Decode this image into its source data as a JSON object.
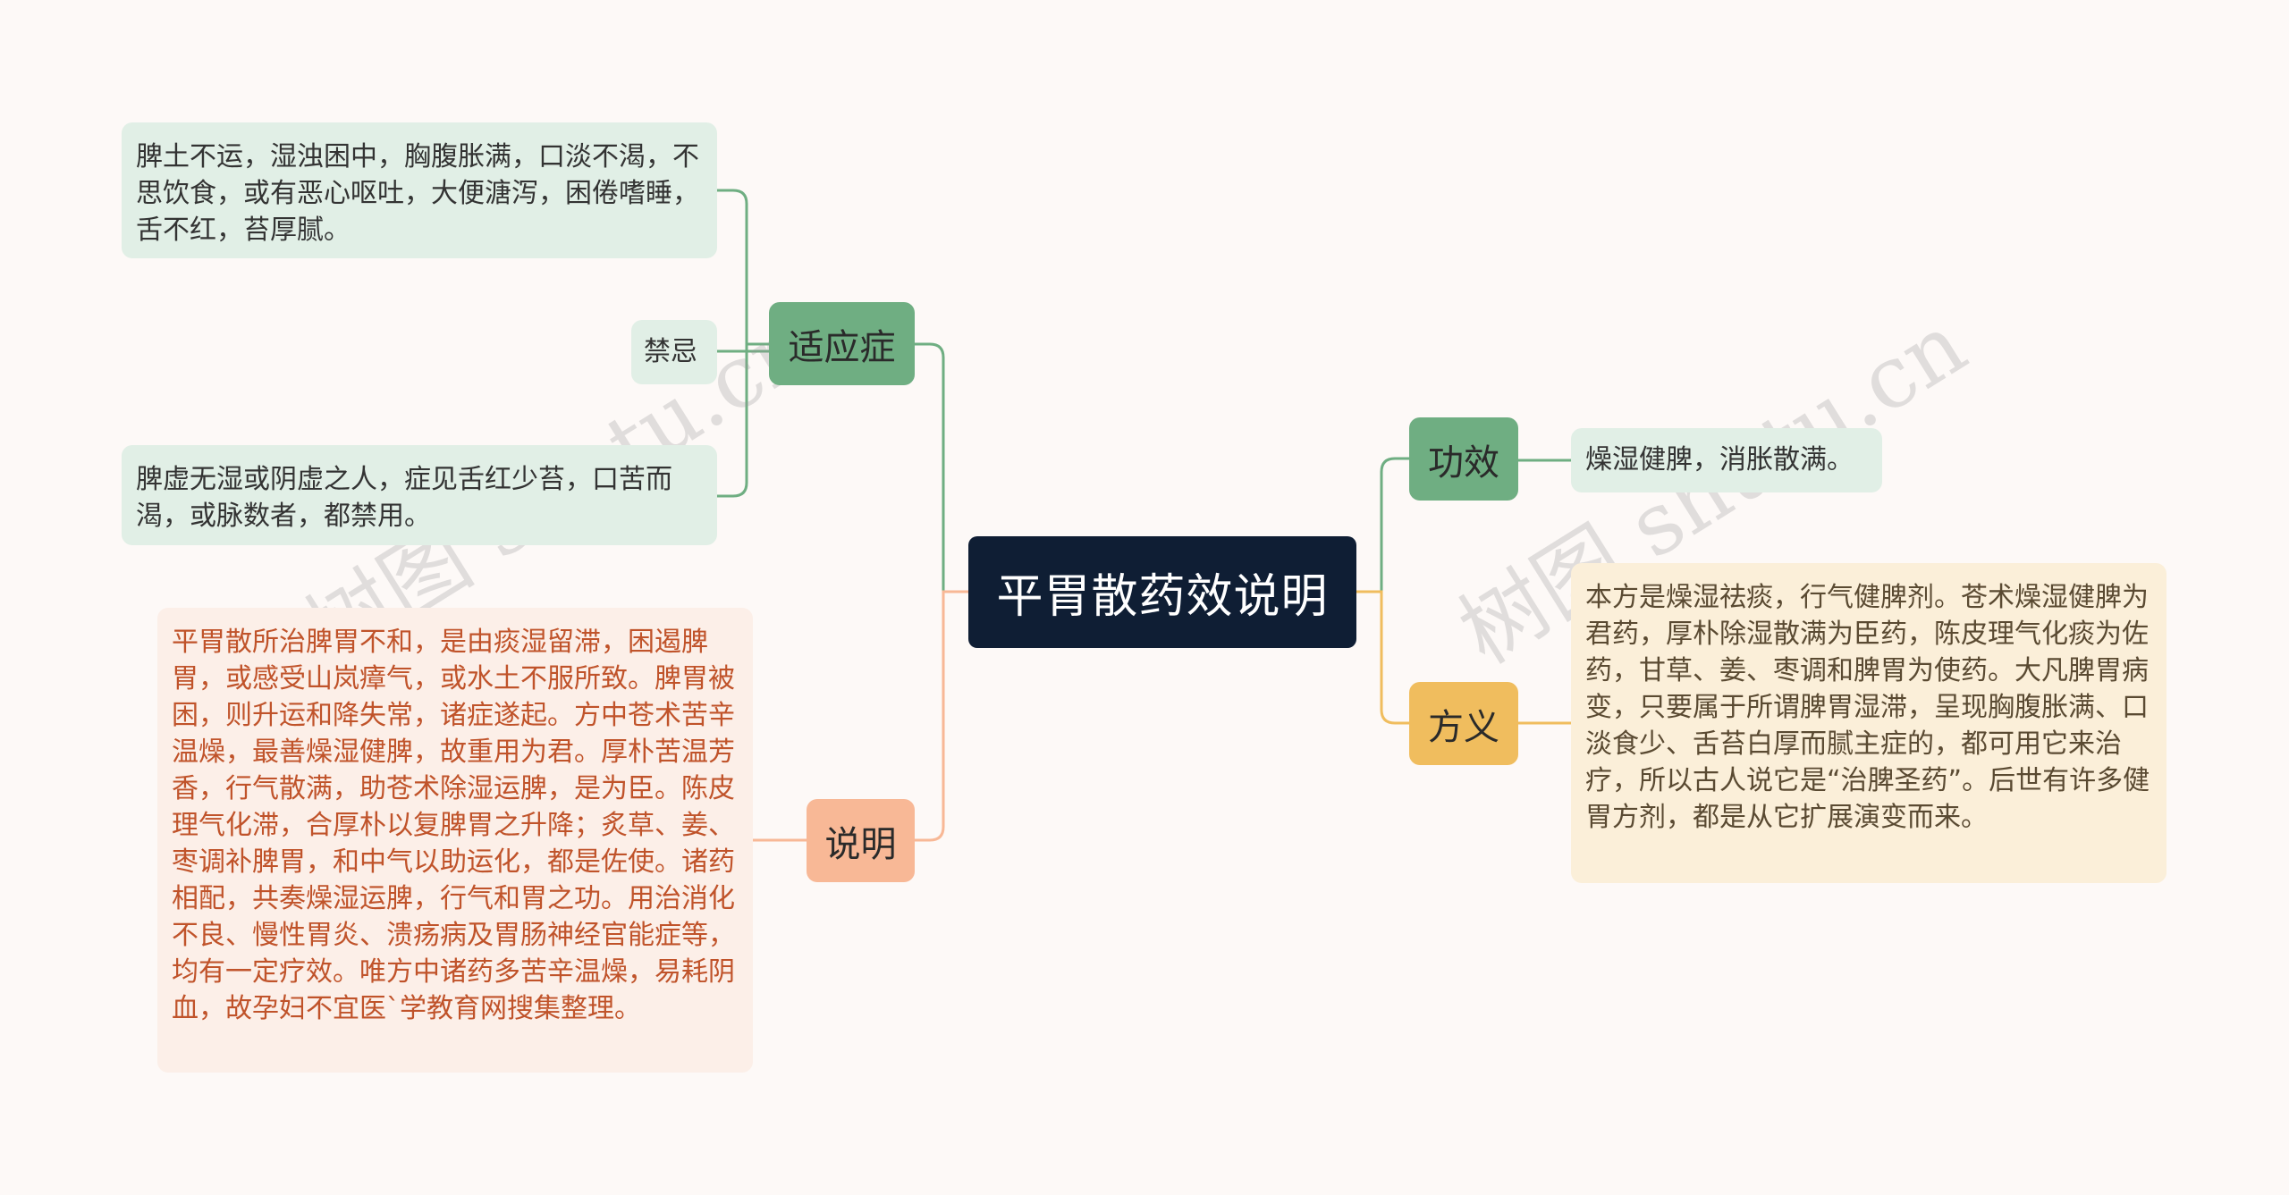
{
  "root": {
    "title": "平胃散药效说明"
  },
  "branches": {
    "shiying": {
      "label": "适应症"
    },
    "shuoming": {
      "label": "说明"
    },
    "gongxiao": {
      "label": "功效"
    },
    "fangyi": {
      "label": "方义"
    }
  },
  "leaves": {
    "shiying_1": "脾土不运，湿浊困中，胸腹胀满，口淡不渴，不思饮食，或有恶心呕吐，大便溏泻，困倦嗜睡，舌不红，苔厚腻。",
    "jinji": "禁忌",
    "shiying_2": "脾虚无湿或阴虚之人，症见舌红少苔，口苦而渴，或脉数者，都禁用。",
    "shuoming": "平胃散所治脾胃不和，是由痰湿留滞，困遏脾胃，或感受山岚瘴气，或水土不服所致。脾胃被困，则升运和降失常，诸症遂起。方中苍术苦辛温燥，最善燥湿健脾，故重用为君。厚朴苦温芳香，行气散满，助苍术除湿运脾，是为臣。陈皮理气化滞，合厚朴以复脾胃之升降；炙草、姜、枣调补脾胃，和中气以助运化，都是佐使。诸药相配，共奏燥湿运脾，行气和胃之功。用治消化不良、慢性胃炎、溃疡病及胃肠神经官能症等，均有一定疗效。唯方中诸药多苦辛温燥，易耗阴血，故孕妇不宜医`学教育网搜集整理。",
    "gongxiao": "燥湿健脾，消胀散满。",
    "fangyi": "本方是燥湿祛痰，行气健脾剂。苍术燥湿健脾为君药，厚朴除湿散满为臣药，陈皮理气化痰为佐药，甘草、姜、枣调和脾胃为使药。大凡脾胃病变，只要属于所谓脾胃湿滞，呈现胸腹胀满、口淡食少、舌苔白厚而腻主症的，都可用它来治疗，所以古人说它是“治脾圣药”。后世有许多健胃方剂，都是从它扩展演变而来。"
  },
  "watermark": "树图 shutu.cn",
  "colors": {
    "background": "#fdf9f7",
    "root": "#0f1e34",
    "green": "#6fae82",
    "peach": "#f8b896",
    "amber": "#f0bd5e"
  }
}
